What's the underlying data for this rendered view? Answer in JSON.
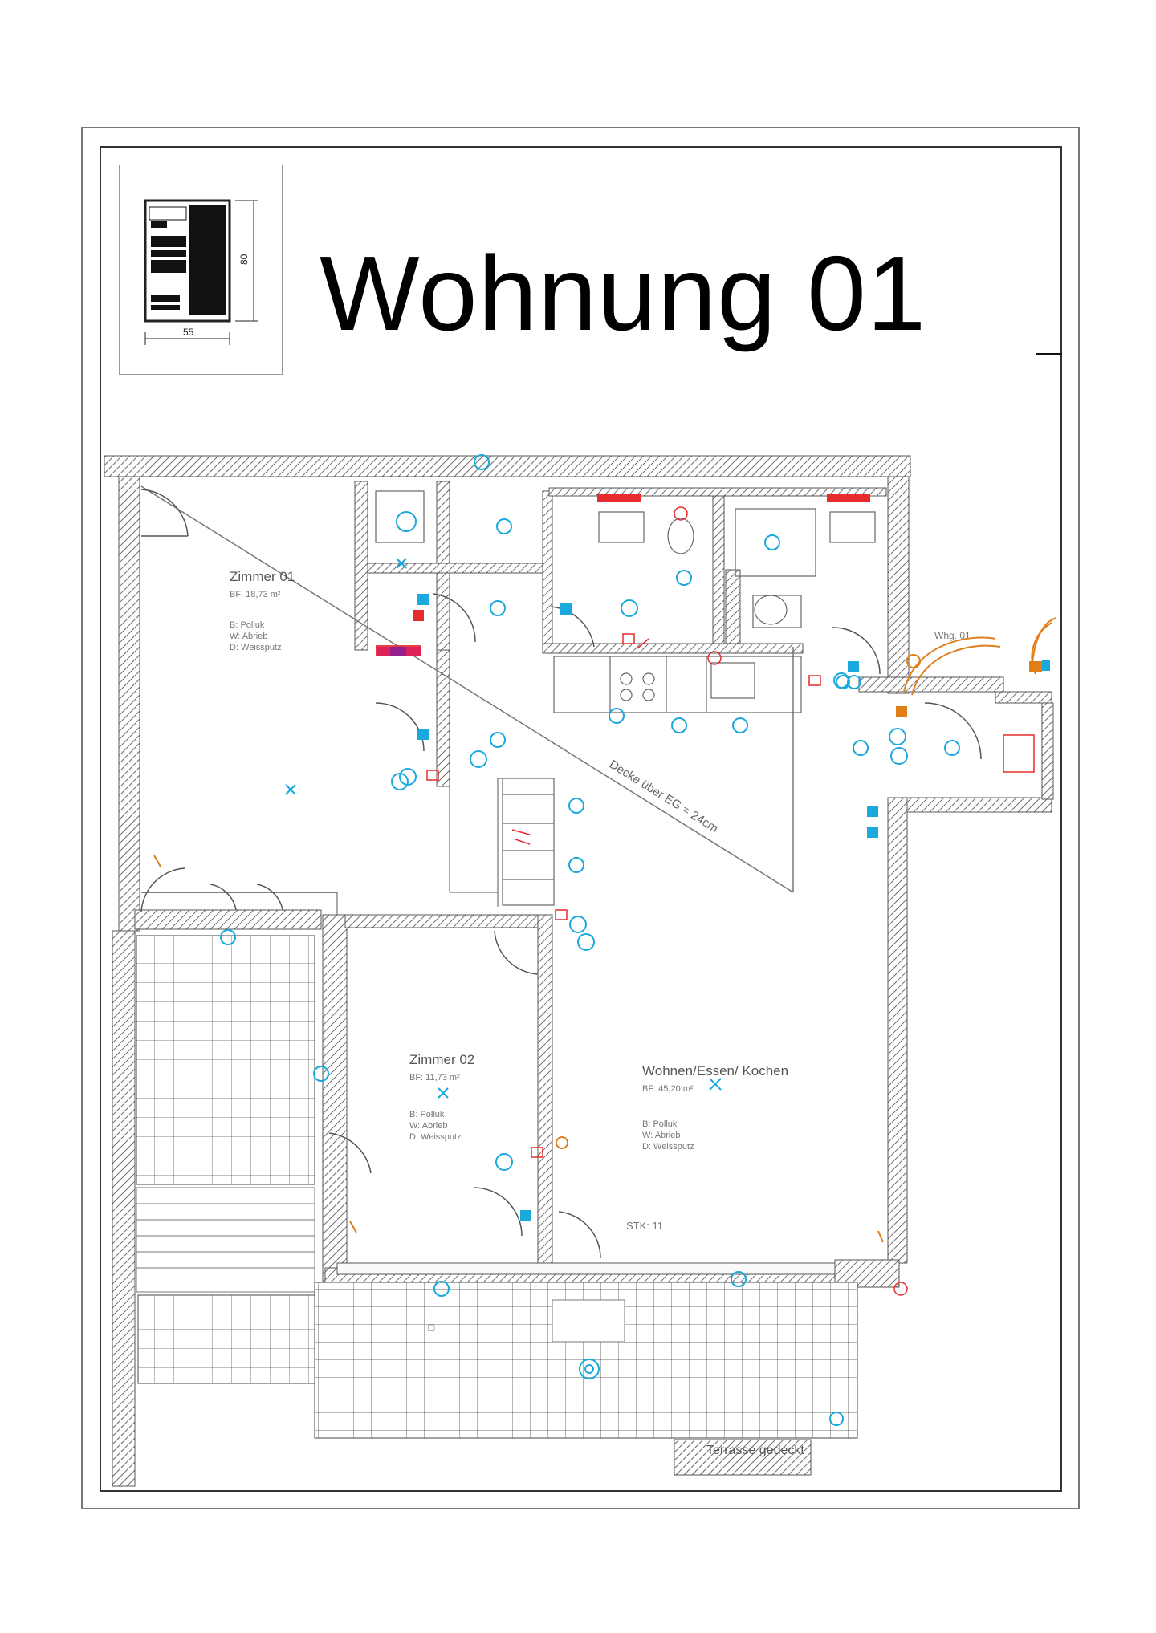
{
  "title": "Wohnung 01",
  "legend": {
    "width_label": "55",
    "height_label": "80"
  },
  "rooms": {
    "zimmer01": {
      "name": "Zimmer 01",
      "area": "BF: 18,73 m²",
      "lines": [
        "B: Polluk",
        "W: Abrieb",
        "D: Weissputz"
      ]
    },
    "zimmer02": {
      "name": "Zimmer 02",
      "area": "BF: 11,73 m²",
      "lines": [
        "B: Polluk",
        "W: Abrieb",
        "D: Weissputz"
      ]
    },
    "wohnen": {
      "name": "Wohnen/Essen/ Kochen",
      "area": "BF: 45,20 m²",
      "lines": [
        "B: Polluk",
        "W: Abrieb",
        "D: Weissputz"
      ]
    }
  },
  "annotations": {
    "ceiling_note": "Decke über EG = 24cm",
    "terrace_note": "Terrasse gedeckt",
    "stk_note": "STK: 11",
    "whg_note": "Whg. 01"
  },
  "colors": {
    "wall": "#6f6f6f",
    "electrical": "#1aa9dd",
    "red_symbol": "#e52b2b",
    "orange_symbol": "#e07f1a"
  }
}
